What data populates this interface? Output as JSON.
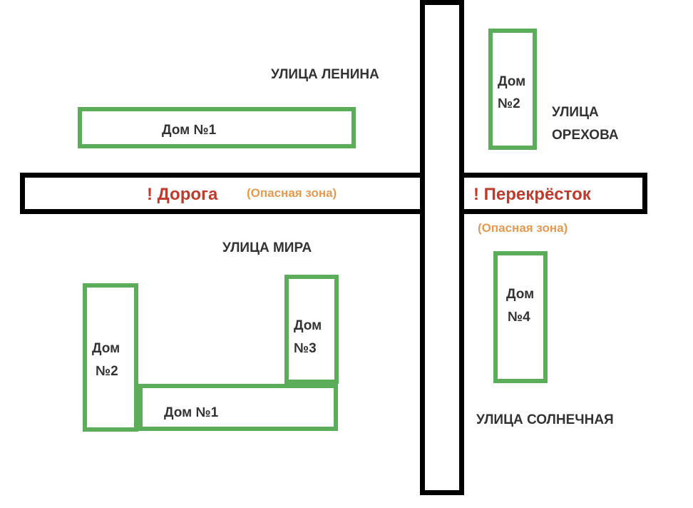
{
  "colors": {
    "road": "#000000",
    "house_border": "#5cad5a",
    "danger": "#c0392b",
    "zone": "#e59a4f",
    "text": "#333333"
  },
  "streets": {
    "lenina": "УЛИЦА ЛЕНИНА",
    "orekhova_line1": "УЛИЦА",
    "orekhova_line2": "ОРЕХОВА",
    "mira": "УЛИЦА МИРА",
    "solnechnaya": "УЛИЦА СОЛНЕЧНАЯ"
  },
  "houses": {
    "top_left_1": "Дом №1",
    "top_right_2_line1": "Дом",
    "top_right_2_line2": "№2",
    "bottom_left_2_line1": "Дом",
    "bottom_left_2_line2": "№2",
    "bottom_left_1": "Дом №1",
    "bottom_left_3_line1": "Дом",
    "bottom_left_3_line2": "№3",
    "bottom_right_4_line1": "Дом",
    "bottom_right_4_line2": "№4"
  },
  "warnings": {
    "road": "! Дорога",
    "road_zone": "(Опасная зона)",
    "crossroad": "! Перекрёсток",
    "crossroad_zone": "(Опасная зона)"
  }
}
